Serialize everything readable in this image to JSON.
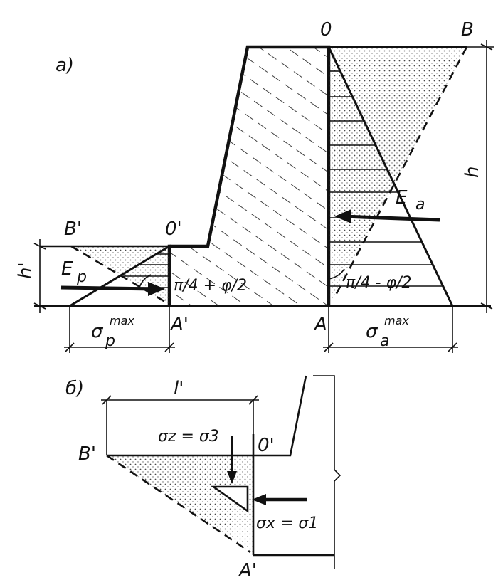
{
  "part_a": {
    "part_label": "a)",
    "point_O": "0",
    "point_B": "B",
    "point_O_prime": "0'",
    "point_B_prime": "B'",
    "point_A": "A",
    "point_A_prime": "A'",
    "height_h": "h",
    "height_h_prime": "h'",
    "force_Ea": "E",
    "force_Ea_sub": "a",
    "force_Ep": "E",
    "force_Ep_sub": "p",
    "angle_passive": "π/4 + φ/2",
    "angle_active": "π/4 - φ/2",
    "sigma_p": "σ",
    "sigma_p_sub": "p",
    "sigma_p_sup": "max",
    "sigma_a": "σ",
    "sigma_a_sub": "a",
    "sigma_a_sup": "max"
  },
  "part_b": {
    "part_label": "б)",
    "length_l_prime": "l'",
    "point_B_prime": "B'",
    "point_O_prime": "0'",
    "point_A_prime": "A'",
    "sigma_z_eq": "σz = σ3",
    "sigma_x_eq": "σx = σ1"
  }
}
